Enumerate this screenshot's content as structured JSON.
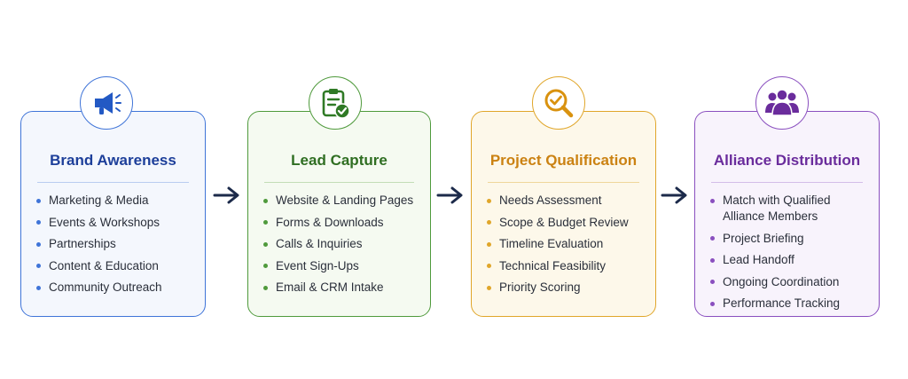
{
  "stages": [
    {
      "title": "Brand Awareness",
      "icon": "megaphone-icon",
      "accent": "#3f74d8",
      "items": [
        "Marketing & Media",
        "Events & Workshops",
        "Partnerships",
        "Content & Education",
        "Community Outreach"
      ]
    },
    {
      "title": "Lead Capture",
      "icon": "clipboard-check-icon",
      "accent": "#4f9a3c",
      "items": [
        "Website & Landing Pages",
        "Forms & Downloads",
        "Calls & Inquiries",
        "Event Sign-Ups",
        "Email & CRM Intake"
      ]
    },
    {
      "title": "Project Qualification",
      "icon": "magnifier-check-icon",
      "accent": "#e0a62a",
      "items": [
        "Needs Assessment",
        "Scope & Budget Review",
        "Timeline Evaluation",
        "Technical Feasibility",
        "Priority Scoring"
      ]
    },
    {
      "title": "Alliance Distribution",
      "icon": "people-group-icon",
      "accent": "#8a4fbf",
      "items": [
        "Match with Qualified Alliance Members",
        "Project Briefing",
        "Lead Handoff",
        "Ongoing Coordination",
        "Performance Tracking"
      ]
    }
  ],
  "connector_color": "#1c2a4a"
}
